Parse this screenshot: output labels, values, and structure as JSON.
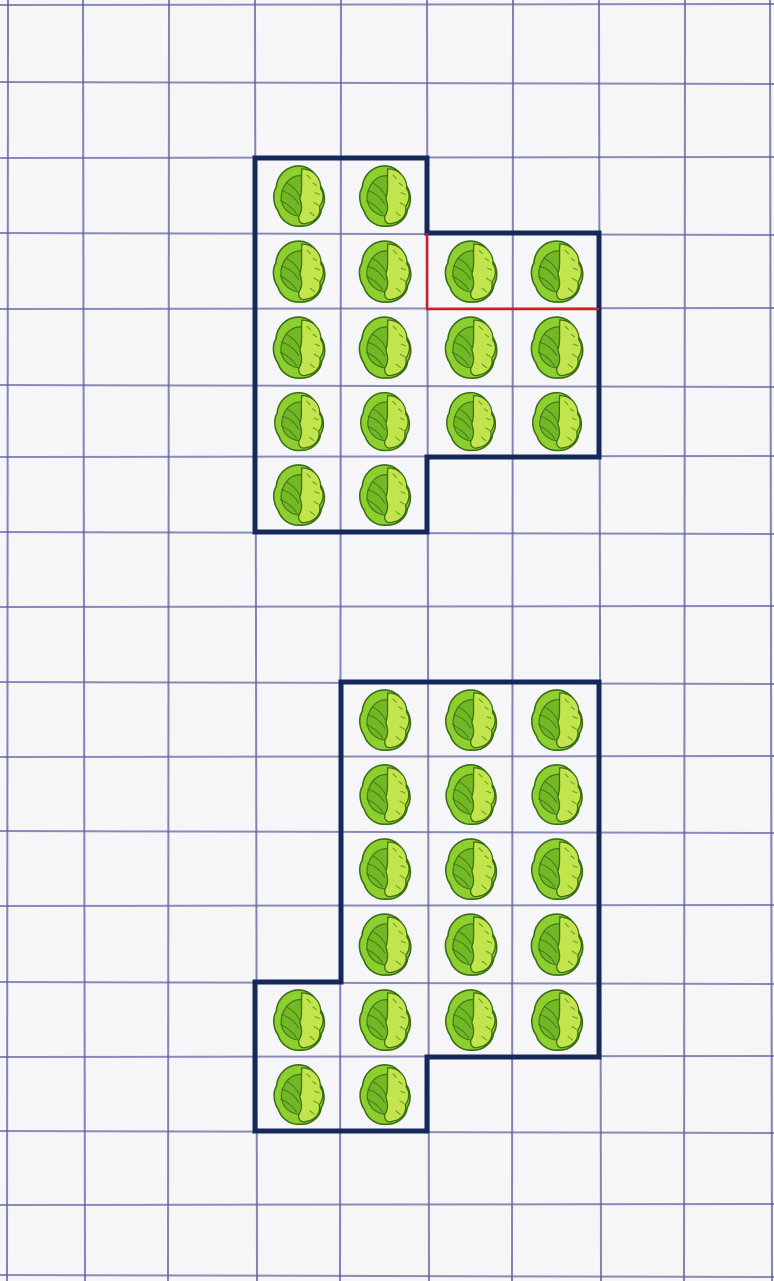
{
  "colors": {
    "paper": "#f6f6f8",
    "grid_line": "#5a5f9e",
    "outline": "#14285a",
    "highlight": "#cc1f1f",
    "leaf_light": "#bfe34a",
    "leaf_mid": "#8ccf2e",
    "leaf_dark": "#4f8f1e",
    "leaf_edge": "#3b6e16"
  },
  "icon": "lettuce-icon",
  "figures": [
    {
      "name": "top-figure",
      "cells": [
        [
          0,
          0
        ],
        [
          0,
          1
        ],
        [
          1,
          0
        ],
        [
          1,
          1
        ],
        [
          1,
          2
        ],
        [
          1,
          3
        ],
        [
          2,
          0
        ],
        [
          2,
          1
        ],
        [
          2,
          2
        ],
        [
          2,
          3
        ],
        [
          3,
          0
        ],
        [
          3,
          1
        ],
        [
          3,
          2
        ],
        [
          3,
          3
        ],
        [
          4,
          0
        ],
        [
          4,
          1
        ]
      ]
    },
    {
      "name": "bottom-figure",
      "cells": [
        [
          0,
          1
        ],
        [
          0,
          2
        ],
        [
          0,
          3
        ],
        [
          1,
          1
        ],
        [
          1,
          2
        ],
        [
          1,
          3
        ],
        [
          2,
          1
        ],
        [
          2,
          2
        ],
        [
          2,
          3
        ],
        [
          3,
          1
        ],
        [
          3,
          2
        ],
        [
          3,
          3
        ],
        [
          4,
          0
        ],
        [
          4,
          1
        ],
        [
          4,
          2
        ],
        [
          4,
          3
        ],
        [
          5,
          0
        ],
        [
          5,
          1
        ]
      ]
    }
  ]
}
